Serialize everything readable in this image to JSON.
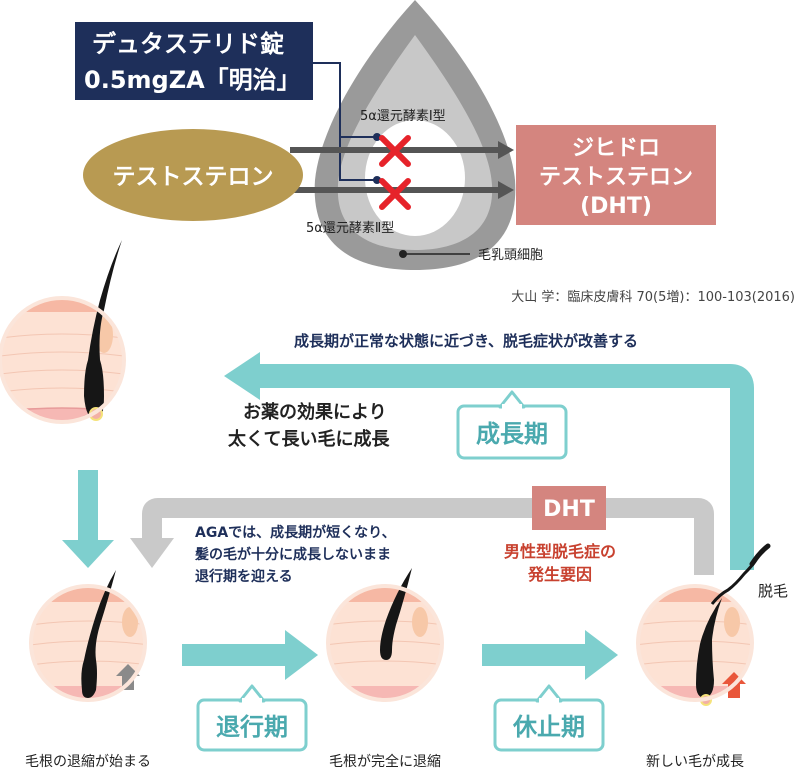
{
  "drug": {
    "line1": "デュタステリド錠",
    "line2": "0.5mgZA「明治」"
  },
  "testosterone": "テストステロン",
  "dht_box": {
    "line1": "ジヒドロ",
    "line2": "テストステロン",
    "line3": "(DHT)"
  },
  "enzyme1": "5α還元酵素Ⅰ型",
  "enzyme2": "5α還元酵素Ⅱ型",
  "papilla": "毛乳頭細胞",
  "citation": "大山 学：臨床皮膚科 70(5増)：100-103(2016)",
  "top_arrow_text": "成長期が正常な状態に近づき、脱毛症状が改善する",
  "effect": {
    "line1": "お薬の効果により",
    "line2": "太くて長い毛に成長"
  },
  "phase_growth": "成長期",
  "dht_label": "DHT",
  "aga": {
    "line1": "AGAでは、成長期が短くなり、",
    "line2": "髪の毛が十分に成長しないまま",
    "line3": "退行期を迎える"
  },
  "cause": {
    "line1": "男性型脱毛症の",
    "line2": "発生要因"
  },
  "hair_loss": "脱毛",
  "phase_catagen": "退行期",
  "phase_telogen": "休止期",
  "captions": {
    "c1": "毛根の退縮が始まる",
    "c2": "毛根が完全に退縮",
    "c3": "新しい毛が成長"
  },
  "colors": {
    "teal": "#7ecfce",
    "gold": "#b89a52",
    "dht_pink": "#d4857f",
    "red_cross": "#e6232a",
    "navy": "#1e2f5a",
    "gray_arrow": "#c9c9c9",
    "cause_red": "#c8412f"
  }
}
